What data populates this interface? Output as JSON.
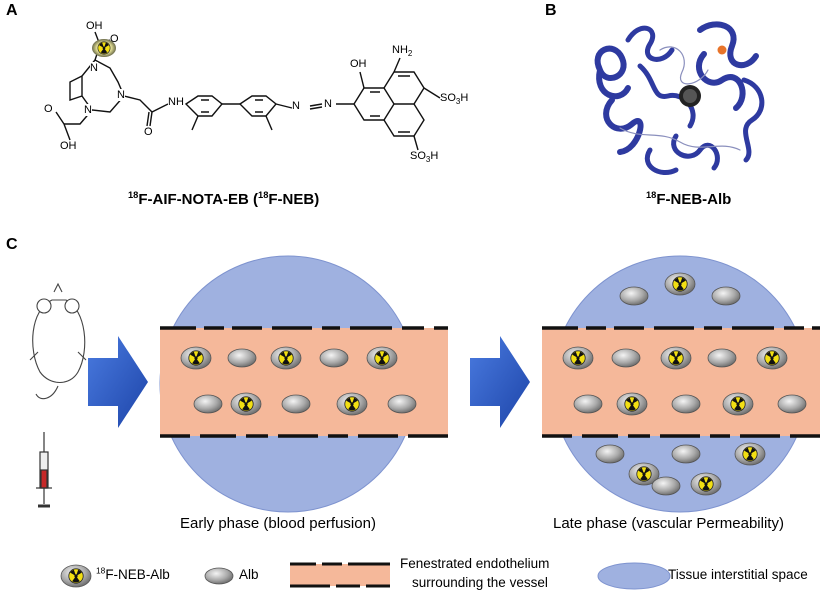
{
  "panels": {
    "a": "A",
    "b": "B",
    "c": "C"
  },
  "panel_a": {
    "caption_iso1": "18",
    "caption_mid": "F-AIF-NOTA-EB (",
    "caption_iso2": "18",
    "caption_end": "F-NEB)",
    "atoms": {
      "oh_top": "OH",
      "o_top": "O",
      "n1": "N",
      "n2": "N",
      "n3": "N",
      "oh_left": "OH",
      "o_left": "O",
      "o_amide": "O",
      "nh": "H",
      "n_amide": "N",
      "azo1": "N",
      "azo2": "N",
      "oh_naph": "OH",
      "nh2": "NH",
      "nh2_sub": "2",
      "so3h_r": "SO",
      "so3h_r_sub": "3",
      "so3h_r_h": "H",
      "so3h_b": "SO",
      "so3h_b_sub": "3",
      "so3h_b_h": "H"
    }
  },
  "panel_b": {
    "caption_iso": "18",
    "caption_rest": "F-NEB-Alb"
  },
  "panel_c": {
    "early_caption": "Early phase (blood perfusion)",
    "late_caption": "Late phase (vascular Permeability)"
  },
  "legend": {
    "neb_alb_iso": "18",
    "neb_alb_rest": "F-NEB-Alb",
    "alb": "Alb",
    "endothelium_line1": "Fenestrated endothelium",
    "endothelium_line2": "surrounding the vessel",
    "interstitial": "Tissue interstitial space"
  },
  "colors": {
    "vessel": "#f5b89a",
    "interstitial": "#9fb1e0",
    "arrow": "#2b58c4",
    "radiation_yellow": "#f2df13",
    "protein": "#2e3aa0"
  },
  "icons": [
    "mouse-icon",
    "syringe-icon",
    "radiation-icon",
    "albumin-icon",
    "arrow-icon"
  ]
}
